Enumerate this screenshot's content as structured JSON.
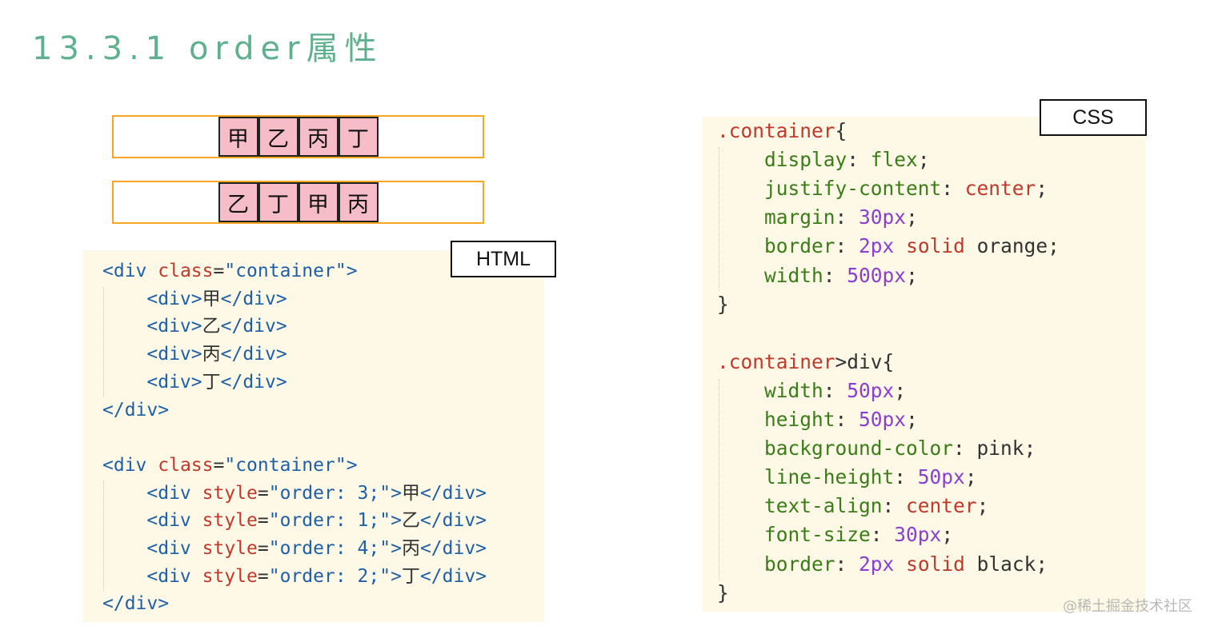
{
  "title": "13.3.1 order属性",
  "demo": {
    "row1": [
      "甲",
      "乙",
      "丙",
      "丁"
    ],
    "row2": [
      "乙",
      "丁",
      "甲",
      "丙"
    ]
  },
  "labels": {
    "html": "HTML",
    "css": "CSS"
  },
  "html_code": [
    [
      [
        "tag",
        "<div "
      ],
      [
        "attr",
        "class"
      ],
      [
        "punc",
        "="
      ],
      [
        "str",
        "\"container\""
      ],
      [
        "tag",
        ">"
      ]
    ],
    [
      [
        "plain",
        "    "
      ],
      [
        "tag",
        "<div>"
      ],
      [
        "plain",
        "甲"
      ],
      [
        "tag",
        "</div>"
      ]
    ],
    [
      [
        "plain",
        "    "
      ],
      [
        "tag",
        "<div>"
      ],
      [
        "plain",
        "乙"
      ],
      [
        "tag",
        "</div>"
      ]
    ],
    [
      [
        "plain",
        "    "
      ],
      [
        "tag",
        "<div>"
      ],
      [
        "plain",
        "丙"
      ],
      [
        "tag",
        "</div>"
      ]
    ],
    [
      [
        "plain",
        "    "
      ],
      [
        "tag",
        "<div>"
      ],
      [
        "plain",
        "丁"
      ],
      [
        "tag",
        "</div>"
      ]
    ],
    [
      [
        "tag",
        "</div>"
      ]
    ],
    [],
    [
      [
        "tag",
        "<div "
      ],
      [
        "attr",
        "class"
      ],
      [
        "punc",
        "="
      ],
      [
        "str",
        "\"container\""
      ],
      [
        "tag",
        ">"
      ]
    ],
    [
      [
        "plain",
        "    "
      ],
      [
        "tag",
        "<div "
      ],
      [
        "attr",
        "style"
      ],
      [
        "punc",
        "="
      ],
      [
        "str",
        "\"order: 3;\""
      ],
      [
        "tag",
        ">"
      ],
      [
        "plain",
        "甲"
      ],
      [
        "tag",
        "</div>"
      ]
    ],
    [
      [
        "plain",
        "    "
      ],
      [
        "tag",
        "<div "
      ],
      [
        "attr",
        "style"
      ],
      [
        "punc",
        "="
      ],
      [
        "str",
        "\"order: 1;\""
      ],
      [
        "tag",
        ">"
      ],
      [
        "plain",
        "乙"
      ],
      [
        "tag",
        "</div>"
      ]
    ],
    [
      [
        "plain",
        "    "
      ],
      [
        "tag",
        "<div "
      ],
      [
        "attr",
        "style"
      ],
      [
        "punc",
        "="
      ],
      [
        "str",
        "\"order: 4;\""
      ],
      [
        "tag",
        ">"
      ],
      [
        "plain",
        "丙"
      ],
      [
        "tag",
        "</div>"
      ]
    ],
    [
      [
        "plain",
        "    "
      ],
      [
        "tag",
        "<div "
      ],
      [
        "attr",
        "style"
      ],
      [
        "punc",
        "="
      ],
      [
        "str",
        "\"order: 2;\""
      ],
      [
        "tag",
        ">"
      ],
      [
        "plain",
        "丁"
      ],
      [
        "tag",
        "</div>"
      ]
    ],
    [
      [
        "tag",
        "</div>"
      ]
    ]
  ],
  "css_code": [
    [
      [
        "sel",
        ".container"
      ],
      [
        "punc",
        "{"
      ]
    ],
    [
      [
        "plain",
        "    "
      ],
      [
        "prop",
        "display"
      ],
      [
        "punc",
        ": "
      ],
      [
        "prop",
        "flex"
      ],
      [
        "punc",
        ";"
      ]
    ],
    [
      [
        "plain",
        "    "
      ],
      [
        "prop",
        "justify-content"
      ],
      [
        "punc",
        ": "
      ],
      [
        "kw",
        "center"
      ],
      [
        "punc",
        ";"
      ]
    ],
    [
      [
        "plain",
        "    "
      ],
      [
        "prop",
        "margin"
      ],
      [
        "punc",
        ": "
      ],
      [
        "num",
        "30px"
      ],
      [
        "punc",
        ";"
      ]
    ],
    [
      [
        "plain",
        "    "
      ],
      [
        "prop",
        "border"
      ],
      [
        "punc",
        ": "
      ],
      [
        "num",
        "2px"
      ],
      [
        "plain",
        " "
      ],
      [
        "kw",
        "solid"
      ],
      [
        "plain",
        " orange"
      ],
      [
        "punc",
        ";"
      ]
    ],
    [
      [
        "plain",
        "    "
      ],
      [
        "prop",
        "width"
      ],
      [
        "punc",
        ": "
      ],
      [
        "num",
        "500px"
      ],
      [
        "punc",
        ";"
      ]
    ],
    [
      [
        "punc",
        "}"
      ]
    ],
    [],
    [
      [
        "sel",
        ".container"
      ],
      [
        "punc",
        ">"
      ],
      [
        "plain",
        "div"
      ],
      [
        "punc",
        "{"
      ]
    ],
    [
      [
        "plain",
        "    "
      ],
      [
        "prop",
        "width"
      ],
      [
        "punc",
        ": "
      ],
      [
        "num",
        "50px"
      ],
      [
        "punc",
        ";"
      ]
    ],
    [
      [
        "plain",
        "    "
      ],
      [
        "prop",
        "height"
      ],
      [
        "punc",
        ": "
      ],
      [
        "num",
        "50px"
      ],
      [
        "punc",
        ";"
      ]
    ],
    [
      [
        "plain",
        "    "
      ],
      [
        "prop",
        "background-color"
      ],
      [
        "punc",
        ": "
      ],
      [
        "plain",
        "pink"
      ],
      [
        "punc",
        ";"
      ]
    ],
    [
      [
        "plain",
        "    "
      ],
      [
        "prop",
        "line-height"
      ],
      [
        "punc",
        ": "
      ],
      [
        "num",
        "50px"
      ],
      [
        "punc",
        ";"
      ]
    ],
    [
      [
        "plain",
        "    "
      ],
      [
        "prop",
        "text-align"
      ],
      [
        "punc",
        ": "
      ],
      [
        "kw",
        "center"
      ],
      [
        "punc",
        ";"
      ]
    ],
    [
      [
        "plain",
        "    "
      ],
      [
        "prop",
        "font-size"
      ],
      [
        "punc",
        ": "
      ],
      [
        "num",
        "30px"
      ],
      [
        "punc",
        ";"
      ]
    ],
    [
      [
        "plain",
        "    "
      ],
      [
        "prop",
        "border"
      ],
      [
        "punc",
        ": "
      ],
      [
        "num",
        "2px"
      ],
      [
        "plain",
        " "
      ],
      [
        "kw",
        "solid"
      ],
      [
        "plain",
        " black"
      ],
      [
        "punc",
        ";"
      ]
    ],
    [
      [
        "punc",
        "}"
      ]
    ]
  ],
  "watermark": "@稀土掘金技术社区"
}
